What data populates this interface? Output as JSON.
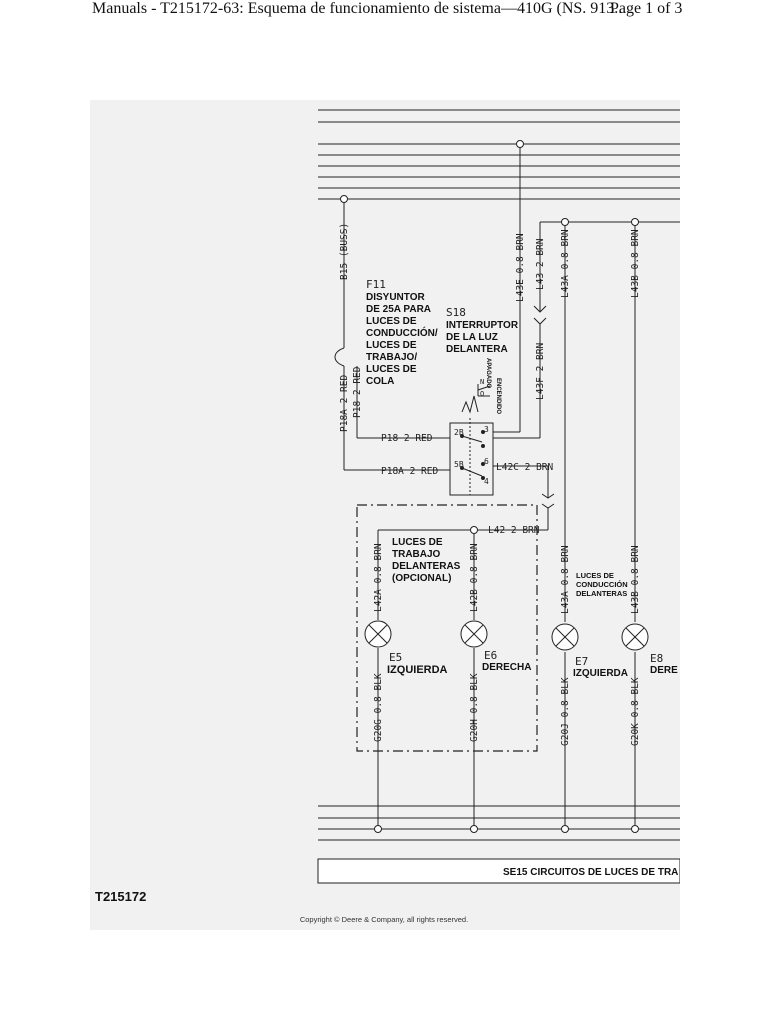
{
  "header": {
    "title": "Manuals - T215172-63: Esquema de funcionamiento de sistema—410G (NS. 913...",
    "page": "Page 1 of 3"
  },
  "wires": {
    "b15": "B15 (BUSS)",
    "l43e": "L43E 0.8 BRN",
    "l43": "L43 2 BRN",
    "l43a_top": "L43A 0.8 BRN",
    "l43b_top": "L43B 0.8 BRN",
    "p18a_red": "P18A 2 RED",
    "p18_red": "P18 2 RED",
    "l43f": "L43F 2 BRN",
    "p18_red_h": "P18 2 RED",
    "p18a_red_h": "P18A 2 RED",
    "l42c": "L42C 2 BRN",
    "l42": "L42 2 BRN",
    "l42a": "L42A 0.8 BRN",
    "l42b": "L42B 0.8 BRN",
    "l43a": "L43A 0.8 BRN",
    "l43b": "L43B 0.8 BRN",
    "g20g": "G20G 0.8 BLK",
    "g20h": "G20H 0.8 BLK",
    "g20j": "G20J 0.8 BLK",
    "g20k": "G20K 0.8 BLK"
  },
  "components": {
    "f11_code": "F11",
    "f11_desc": [
      "DISYUNTOR",
      "DE 25A PARA",
      "LUCES DE",
      "CONDUCCIÓN/",
      "LUCES DE",
      "TRABAJO/",
      "LUCES DE",
      "COLA"
    ],
    "s18_code": "S18",
    "s18_desc": [
      "INTERRUPTOR",
      "DE LA LUZ",
      "DELANTERA"
    ],
    "s18_off": "APAGADO",
    "s18_on": "ENCENDIDO",
    "s18_n": "N",
    "s18_o": "O",
    "pins": [
      "2B",
      "3",
      "5B",
      "6",
      "4"
    ],
    "work_lights_desc": [
      "LUCES DE",
      "TRABAJO",
      "DELANTERAS",
      "(OPCIONAL)"
    ],
    "drive_lights_desc": [
      "LUCES DE",
      "CONDUCCIÓN",
      "DELANTERAS"
    ],
    "e5_code": "E5",
    "e5_desc": "IZQUIERDA",
    "e6_code": "E6",
    "e6_desc": "DERECHA",
    "e7_code": "E7",
    "e7_desc": "IZQUIERDA",
    "e8_code": "E8",
    "e8_desc": "DERE"
  },
  "footer_box": "SE15 CIRCUITOS DE LUCES DE TRA",
  "figure_id": "T215172",
  "copyright": "Copyright © Deere & Company, all rights reserved."
}
